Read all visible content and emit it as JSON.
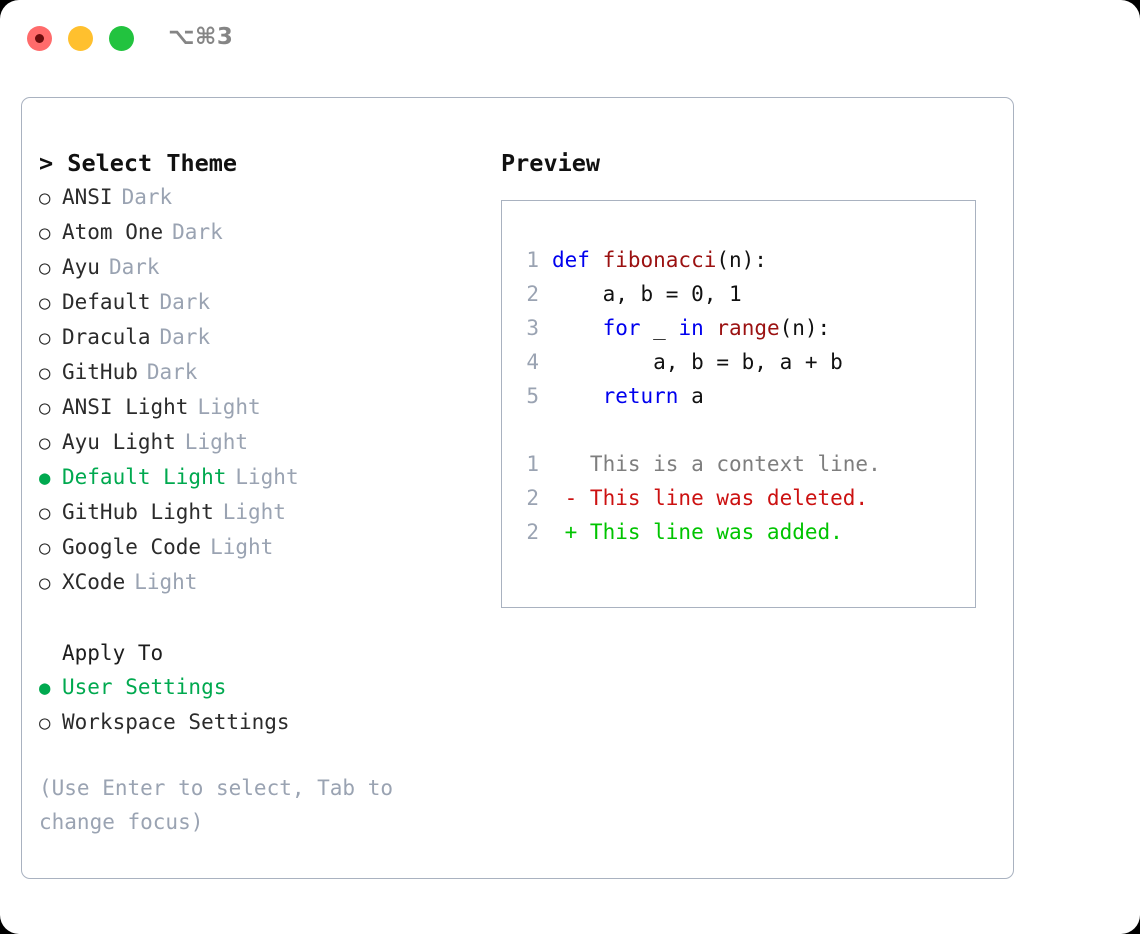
{
  "window": {
    "shortcut_label": "⌥⌘3",
    "traffic_lights": [
      {
        "name": "close",
        "color": "#ff6b6b"
      },
      {
        "name": "minimize",
        "color": "#ffc02e"
      },
      {
        "name": "zoom",
        "color": "#22c33f"
      }
    ]
  },
  "theme_picker": {
    "header": "> Select Theme",
    "items": [
      {
        "marker": "○",
        "label": "ANSI",
        "badge": "Dark",
        "selected": false
      },
      {
        "marker": "○",
        "label": "Atom One",
        "badge": "Dark",
        "selected": false
      },
      {
        "marker": "○",
        "label": "Ayu",
        "badge": "Dark",
        "selected": false
      },
      {
        "marker": "○",
        "label": "Default",
        "badge": "Dark",
        "selected": false
      },
      {
        "marker": "○",
        "label": "Dracula",
        "badge": "Dark",
        "selected": false
      },
      {
        "marker": "○",
        "label": "GitHub",
        "badge": "Dark",
        "selected": false
      },
      {
        "marker": "○",
        "label": "ANSI Light",
        "badge": "Light",
        "selected": false
      },
      {
        "marker": "○",
        "label": "Ayu Light",
        "badge": "Light",
        "selected": false
      },
      {
        "marker": "●",
        "label": "Default Light",
        "badge": "Light",
        "selected": true
      },
      {
        "marker": "○",
        "label": "GitHub Light",
        "badge": "Light",
        "selected": false
      },
      {
        "marker": "○",
        "label": "Google Code",
        "badge": "Light",
        "selected": false
      },
      {
        "marker": "○",
        "label": "XCode",
        "badge": "Light",
        "selected": false
      }
    ]
  },
  "apply_to": {
    "header": "Apply To",
    "items": [
      {
        "marker": "●",
        "label": "User Settings",
        "selected": true
      },
      {
        "marker": "○",
        "label": "Workspace Settings",
        "selected": false
      }
    ]
  },
  "hint": "(Use Enter to select, Tab to change focus)",
  "preview": {
    "title": "Preview",
    "code_lines": [
      {
        "number": "1",
        "tokens": [
          {
            "text": "def ",
            "kind": "kw"
          },
          {
            "text": "fibonacci",
            "kind": "fn"
          },
          {
            "text": "(n):",
            "kind": "plain"
          }
        ]
      },
      {
        "number": "2",
        "tokens": [
          {
            "text": "    a, b = 0, 1",
            "kind": "plain"
          }
        ]
      },
      {
        "number": "3",
        "tokens": [
          {
            "text": "    ",
            "kind": "plain"
          },
          {
            "text": "for",
            "kind": "kw"
          },
          {
            "text": " _ ",
            "kind": "plain"
          },
          {
            "text": "in",
            "kind": "kw"
          },
          {
            "text": " ",
            "kind": "plain"
          },
          {
            "text": "range",
            "kind": "fn"
          },
          {
            "text": "(n):",
            "kind": "plain"
          }
        ]
      },
      {
        "number": "4",
        "tokens": [
          {
            "text": "        a, b = b, a + b",
            "kind": "plain"
          }
        ]
      },
      {
        "number": "5",
        "tokens": [
          {
            "text": "    ",
            "kind": "plain"
          },
          {
            "text": "return",
            "kind": "kw"
          },
          {
            "text": " a",
            "kind": "plain"
          }
        ]
      }
    ],
    "diff_lines": [
      {
        "number": "1",
        "tokens": [
          {
            "text": "   This is a context line.",
            "kind": "ctx"
          }
        ]
      },
      {
        "number": "2",
        "tokens": [
          {
            "text": " - This line was deleted.",
            "kind": "del"
          }
        ]
      },
      {
        "number": "2",
        "tokens": [
          {
            "text": " + This line was added.",
            "kind": "add"
          }
        ]
      }
    ]
  },
  "colors": {
    "accent_green": "#00a94f",
    "diff_added": "#00c400",
    "diff_deleted": "#cc1111",
    "keyword_blue": "#0000ee",
    "function_red": "#9b1111",
    "muted_gray": "#9aa3b2",
    "border": "#a9b2c0"
  }
}
